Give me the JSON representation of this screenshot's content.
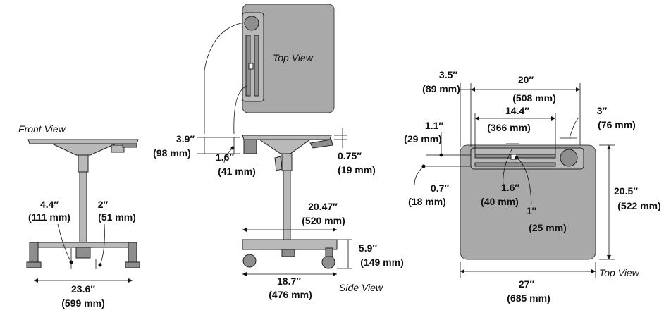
{
  "views": {
    "front": {
      "label": "Front View"
    },
    "top_left": {
      "label": "Top View"
    },
    "side": {
      "label": "Side View"
    },
    "top_right": {
      "label": "Top View"
    }
  },
  "dimensions": {
    "front_width": {
      "in": "23.6″",
      "mm": "(599 mm)"
    },
    "front_base_gap": {
      "in": "4.4″",
      "mm": "(111 mm)"
    },
    "front_caster": {
      "in": "2″",
      "mm": "(51 mm)"
    },
    "top_offset": {
      "in": "3.9″",
      "mm": "(98 mm)"
    },
    "tray_height": {
      "in": "1.6″",
      "mm": "(41 mm)"
    },
    "surface_thickness": {
      "in": "0.75″",
      "mm": "(19 mm)"
    },
    "column_height": {
      "in": "20.47″",
      "mm": "(520 mm)"
    },
    "base_height": {
      "in": "5.9″",
      "mm": "(149 mm)"
    },
    "base_width": {
      "in": "18.7″",
      "mm": "(476 mm)"
    },
    "edge_offset": {
      "in": "3.5″",
      "mm": "(89 mm)"
    },
    "tray_span": {
      "in": "20″",
      "mm": "(508 mm)"
    },
    "slot_length": {
      "in": "14.4″",
      "mm": "(366 mm)"
    },
    "cup_diameter": {
      "in": "3″",
      "mm": "(76 mm)"
    },
    "tray_depth": {
      "in": "1.1″",
      "mm": "(29 mm)"
    },
    "slot_gap": {
      "in": "0.7″",
      "mm": "(18 mm)"
    },
    "slot_width": {
      "in": "1.6″",
      "mm": "(40 mm)"
    },
    "stop_width": {
      "in": "1″",
      "mm": "(25 mm)"
    },
    "surface_depth": {
      "in": "20.5″",
      "mm": "(522 mm)"
    },
    "surface_width": {
      "in": "27″",
      "mm": "(685 mm)"
    }
  }
}
